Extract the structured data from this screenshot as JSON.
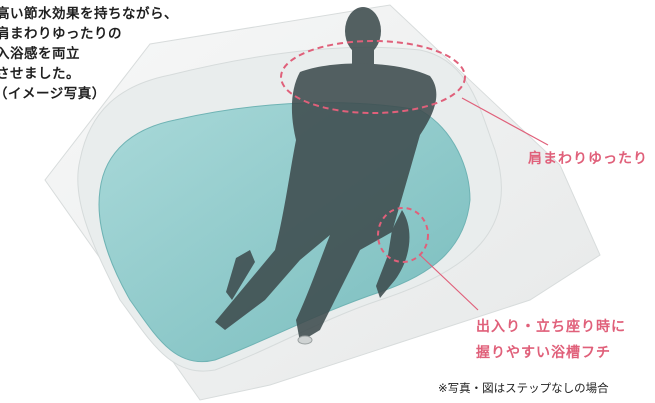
{
  "description": {
    "lines": [
      "高い節水効果を持ちながら、",
      "肩まわりゆったりの",
      "入浴感を両立",
      "させました。",
      "（イメージ写真）"
    ]
  },
  "callouts": {
    "shoulder": "肩まわりゆったり",
    "grip_line1": "出入り・立ち座り時に",
    "grip_line2": "握りやすい浴槽フチ"
  },
  "footnote": "※写真・図はステップなしの場合",
  "colors": {
    "accent": "#e0607a",
    "water": "#8fcccc",
    "tub_rim": "#f2f3f3",
    "silhouette": "#3e4c4e"
  }
}
